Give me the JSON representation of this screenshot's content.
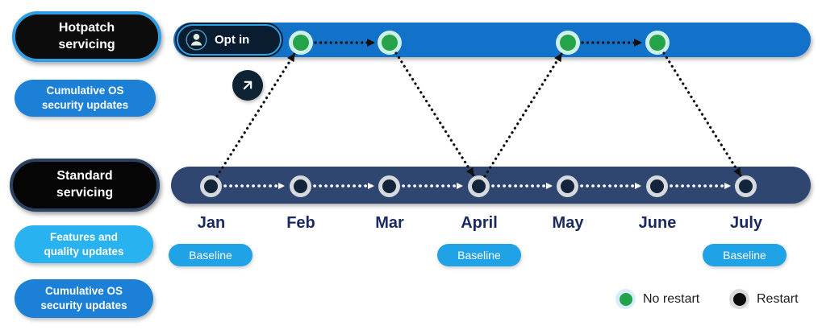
{
  "tracks": {
    "hotpatch": {
      "title": "Hotpatch\nservicing",
      "subtitle": "Cumulative OS\nsecurity updates",
      "opt_in_label": "Opt in",
      "update_months": [
        "Feb",
        "Mar",
        "May",
        "June"
      ],
      "restart_type": "No restart"
    },
    "standard": {
      "title": "Standard\nservicing",
      "subtitle_features": "Features and\nquality updates",
      "subtitle_security": "Cumulative OS\nsecurity updates",
      "update_months": [
        "Jan",
        "Feb",
        "Mar",
        "April",
        "May",
        "June",
        "July"
      ],
      "restart_type": "Restart"
    }
  },
  "timeline": {
    "months": [
      "Jan",
      "Feb",
      "Mar",
      "April",
      "May",
      "June",
      "July"
    ],
    "baseline_label": "Baseline",
    "baseline_months": [
      "Jan",
      "April",
      "July"
    ]
  },
  "arrows": {
    "standard_track_flow": "Jan→Feb→Mar→April→May→June→July",
    "cross_track_flow": [
      "Jan↗Feb",
      "Feb→Mar",
      "Mar↘April",
      "April↗May",
      "May→June",
      "June↘July"
    ]
  },
  "legend": {
    "no_restart_label": "No restart",
    "restart_label": "Restart"
  },
  "colors": {
    "hotpatch_bar": "#1271c9",
    "standard_bar": "#2f4671",
    "security_update_blue": "#1b80d6",
    "features_light_blue": "#28b2ef",
    "baseline_blue": "#1fa2e6",
    "no_restart_green": "#26a348",
    "restart_black": "#13253a",
    "hotpatch_border_blue": "#2f9ee3",
    "month_text": "#1b2a5e"
  }
}
